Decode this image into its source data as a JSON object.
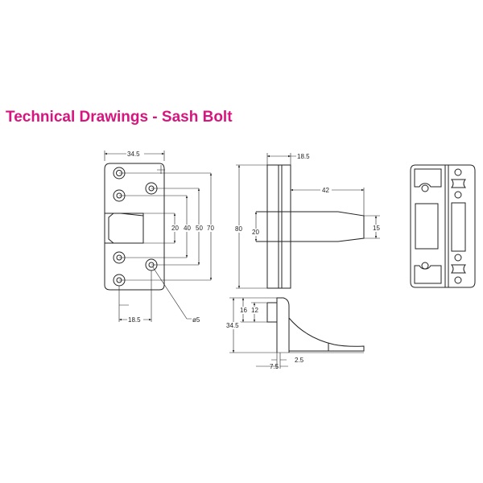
{
  "title": "Technical Drawings - Sash Bolt",
  "colors": {
    "title": "#d6157e",
    "line": "#222222"
  },
  "front_view": {
    "width": "34.5",
    "slot": "20",
    "inner_holes": "40",
    "offset_holes": "50",
    "outer_holes": "70",
    "hole_offset": "18.5",
    "hole_diameter": "ø5"
  },
  "side_view": {
    "thickness": "18.5",
    "height": "80",
    "bolt_throw": "42",
    "bolt_height": "20",
    "bolt_tip": "15"
  },
  "bottom_view": {
    "height": "34.5",
    "upper": "16",
    "inner": "12",
    "plate": "2.5",
    "offset": "7.5"
  }
}
